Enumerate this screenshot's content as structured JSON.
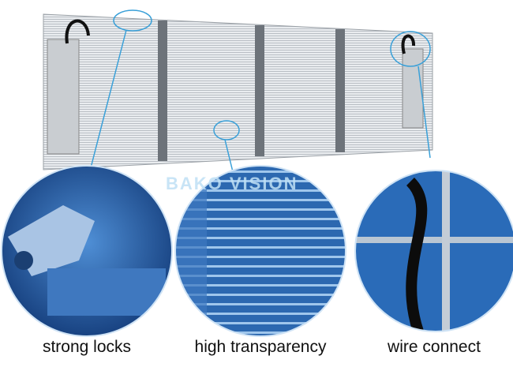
{
  "watermark": "BAKO VISION",
  "features": [
    {
      "label": "strong locks"
    },
    {
      "label": "high transparency"
    },
    {
      "label": "wire connect"
    }
  ],
  "colors": {
    "callout": "#3aa0d8",
    "detail_bg": "#1f5a9e"
  }
}
